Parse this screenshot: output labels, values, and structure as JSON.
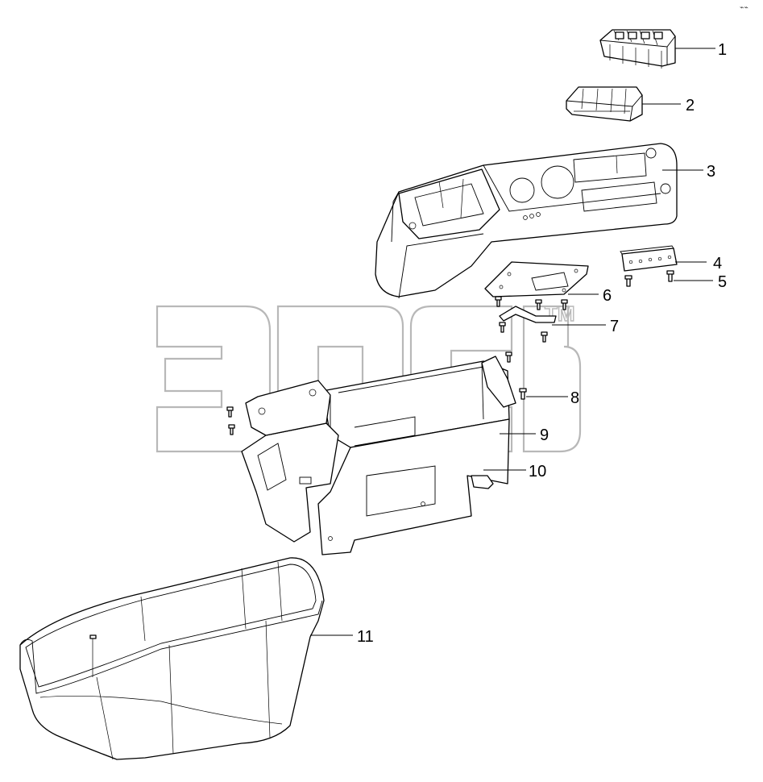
{
  "diagram": {
    "watermark_text": "TM",
    "callouts": [
      {
        "id": 1,
        "label": "1"
      },
      {
        "id": 2,
        "label": "2"
      },
      {
        "id": 3,
        "label": "3"
      },
      {
        "id": 4,
        "label": "4"
      },
      {
        "id": 5,
        "label": "5"
      },
      {
        "id": 6,
        "label": "6"
      },
      {
        "id": 7,
        "label": "7"
      },
      {
        "id": 8,
        "label": "8"
      },
      {
        "id": 9,
        "label": "9"
      },
      {
        "id": 10,
        "label": "10"
      },
      {
        "id": 11,
        "label": "11"
      }
    ]
  }
}
